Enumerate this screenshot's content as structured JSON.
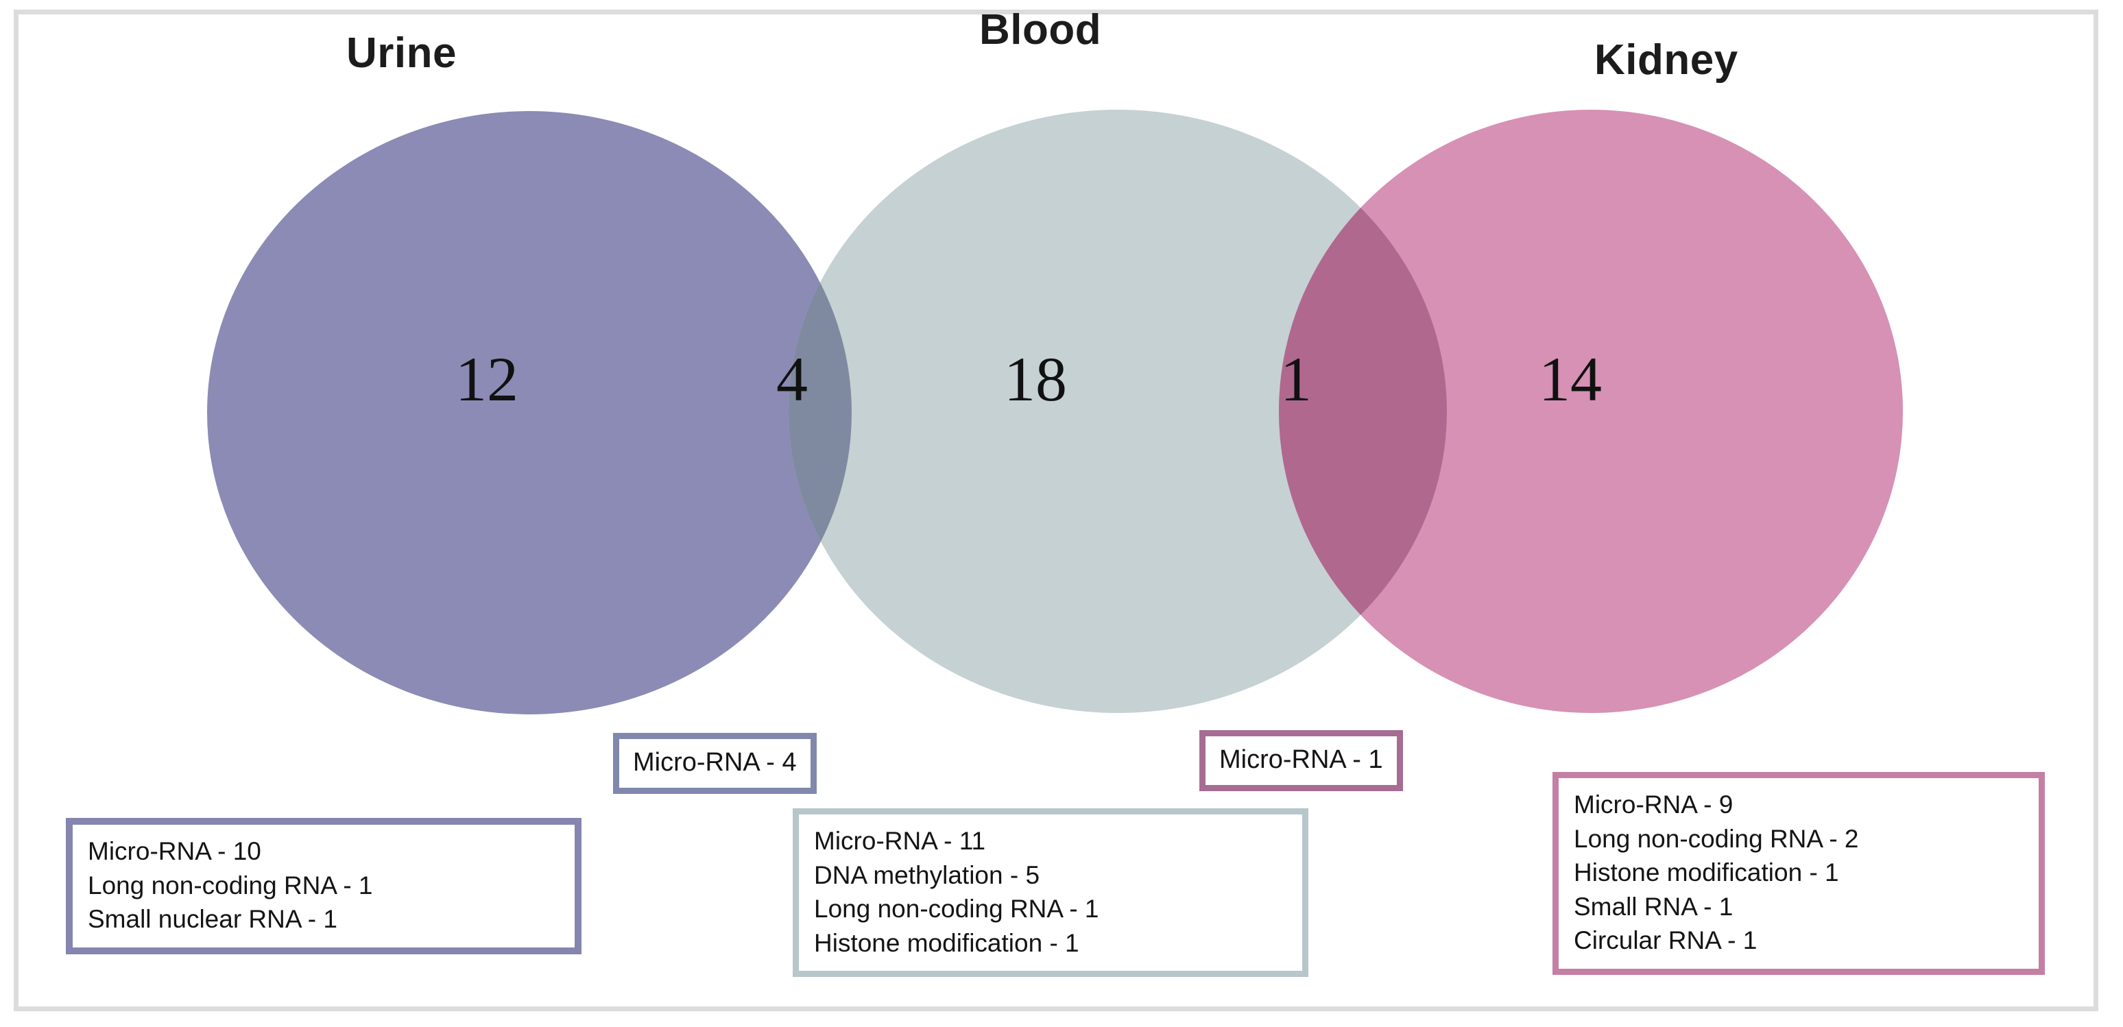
{
  "figure": {
    "type": "venn-3-set",
    "frame_color": "#dcdcdc",
    "background": "#ffffff"
  },
  "sets": [
    {
      "id": "urine",
      "label": "Urine",
      "fill": "#8b8bb5",
      "border_color": "#8585b0",
      "exclusive_count": "12"
    },
    {
      "id": "blood",
      "label": "Blood",
      "fill": "#c6d1d4",
      "border_color": "#b7c6ca",
      "exclusive_count": "18"
    },
    {
      "id": "kidney",
      "label": "Kidney",
      "fill": "#d691b4",
      "border_color": "#c47fa5",
      "exclusive_count": "14"
    }
  ],
  "intersections": [
    {
      "id": "urine-blood",
      "label": "Urine ∩ Blood",
      "fill": "#7f8aa0",
      "border_color": "#8088ac",
      "count": "4"
    },
    {
      "id": "blood-kidney",
      "label": "Blood ∩ Kidney",
      "fill": "#b0688f",
      "border_color": "#a66c93",
      "count": "1"
    }
  ],
  "annotations": {
    "urine_blood_box": {
      "lines": [
        "Micro-RNA - 4"
      ]
    },
    "blood_kidney_box": {
      "lines": [
        "Micro-RNA - 1"
      ]
    },
    "urine_box": {
      "lines": [
        "Micro-RNA - 10",
        "Long non-coding RNA - 1",
        "Small nuclear RNA - 1"
      ]
    },
    "blood_box": {
      "lines": [
        "Micro-RNA - 11",
        "DNA methylation - 5",
        "Long non-coding RNA - 1",
        "Histone modification - 1"
      ]
    },
    "kidney_box": {
      "lines": [
        "Micro-RNA - 9",
        "Long non-coding RNA - 2",
        "Histone modification - 1",
        "Small RNA - 1",
        "Circular RNA - 1"
      ]
    }
  },
  "chart_data": {
    "type": "venn",
    "title": "",
    "set_labels": [
      "Urine",
      "Blood",
      "Kidney"
    ],
    "regions": [
      {
        "region": "Urine only",
        "value": 12
      },
      {
        "region": "Urine ∩ Blood",
        "value": 4
      },
      {
        "region": "Blood only",
        "value": 18
      },
      {
        "region": "Blood ∩ Kidney",
        "value": 1
      },
      {
        "region": "Kidney only",
        "value": 14
      }
    ],
    "region_breakdowns": {
      "Urine only": [
        {
          "category": "Micro-RNA",
          "value": 10
        },
        {
          "category": "Long non-coding RNA",
          "value": 1
        },
        {
          "category": "Small nuclear RNA",
          "value": 1
        }
      ],
      "Urine ∩ Blood": [
        {
          "category": "Micro-RNA",
          "value": 4
        }
      ],
      "Blood only": [
        {
          "category": "Micro-RNA",
          "value": 11
        },
        {
          "category": "DNA methylation",
          "value": 5
        },
        {
          "category": "Long non-coding RNA",
          "value": 1
        },
        {
          "category": "Histone modification",
          "value": 1
        }
      ],
      "Blood ∩ Kidney": [
        {
          "category": "Micro-RNA",
          "value": 1
        }
      ],
      "Kidney only": [
        {
          "category": "Micro-RNA",
          "value": 9
        },
        {
          "category": "Long non-coding RNA",
          "value": 2
        },
        {
          "category": "Histone modification",
          "value": 1
        },
        {
          "category": "Small RNA",
          "value": 1
        },
        {
          "category": "Circular RNA",
          "value": 1
        }
      ]
    },
    "colors": {
      "urine": "#8b8bb5",
      "blood": "#c6d1d4",
      "kidney": "#d691b4",
      "urine_blood_overlap": "#7f8aa0",
      "blood_kidney_overlap": "#b0688f"
    },
    "legend": "none",
    "grid": false
  }
}
